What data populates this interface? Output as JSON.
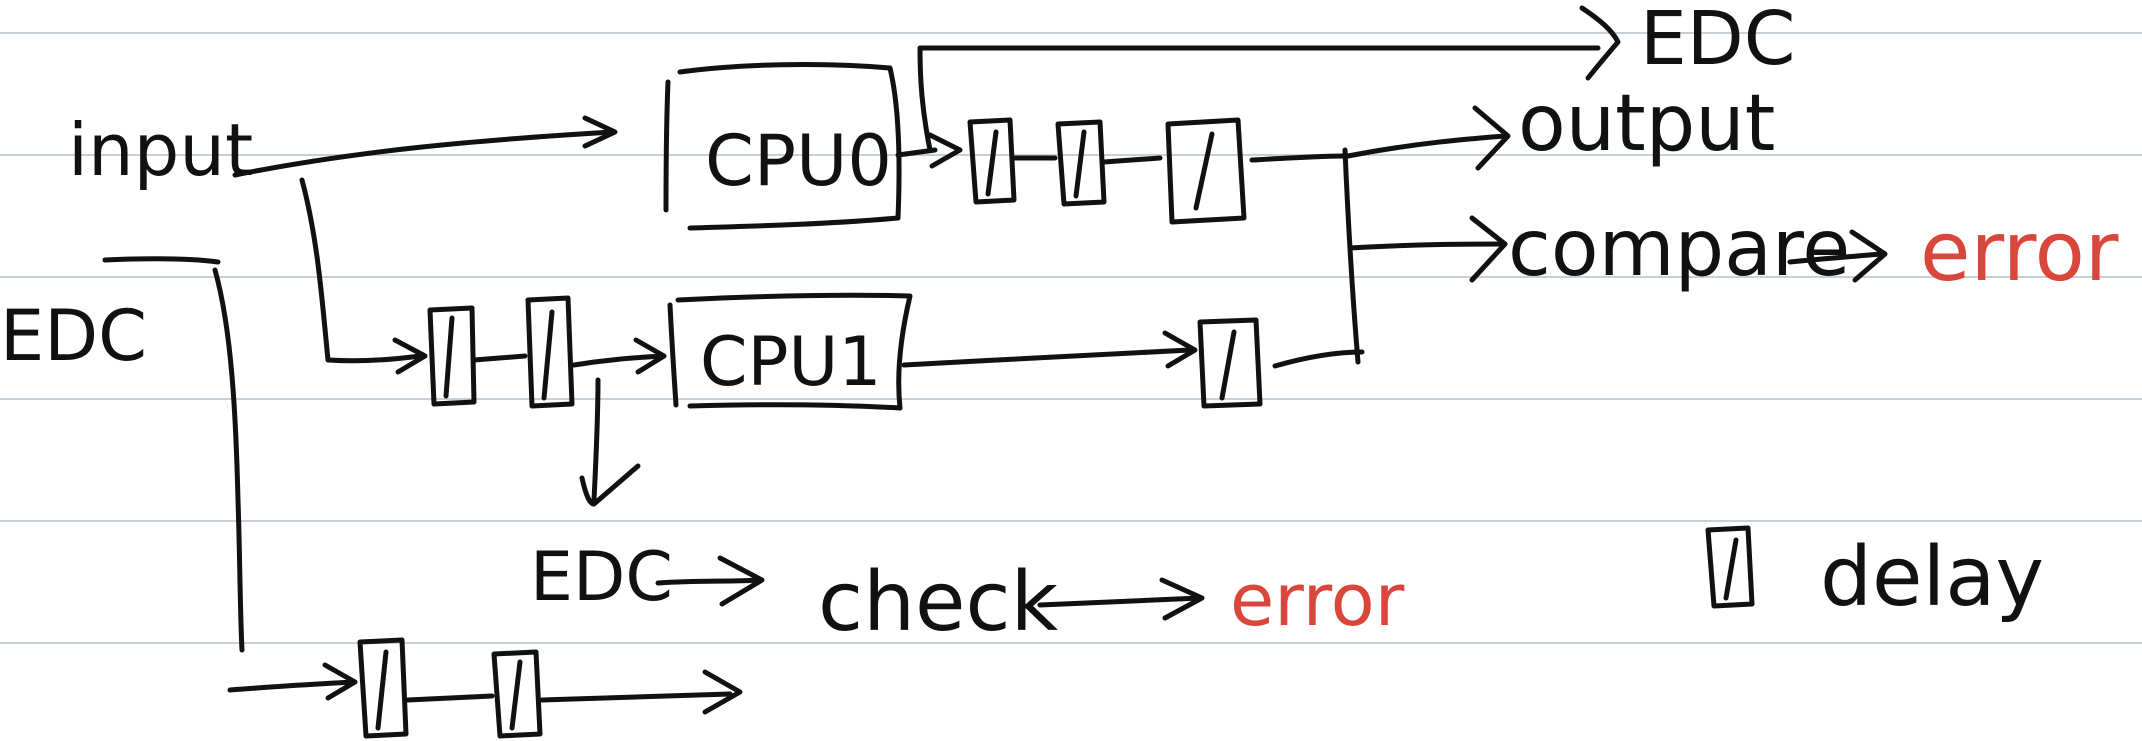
{
  "labels": {
    "input": "input",
    "cpu0": "CPU0",
    "cpu1": "CPU1",
    "edc_top": "EDC",
    "edc_left": "EDC",
    "edc_check": "EDC",
    "output": "output",
    "compare": "compare",
    "check": "check",
    "error_compare": "error",
    "error_check": "error",
    "delay_legend": "delay"
  },
  "colors": {
    "ink": "#111111",
    "error": "#d9463b",
    "rule_lines": "#c9cfd6"
  },
  "icons": {
    "delay_element": "delay-block-icon"
  }
}
